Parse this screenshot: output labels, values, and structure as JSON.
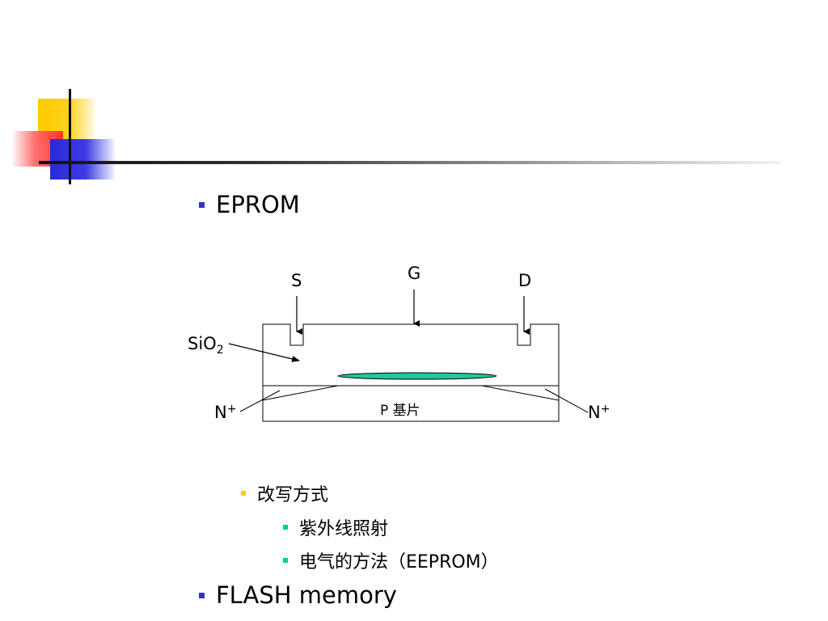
{
  "slide": {
    "bullets": {
      "eprom": "EPROM",
      "rewrite_method": "改写方式",
      "uv_exposure": "紫外线照射",
      "electrical": "电气的方法（EEPROM）",
      "flash": "FLASH memory"
    }
  },
  "diagram": {
    "label_s": "S",
    "label_g": "G",
    "label_d": "D",
    "label_sio2_main": "SiO",
    "label_sio2_sub": "2",
    "label_n_left": "N",
    "label_n_right": "N",
    "label_plus": "+",
    "label_substrate": "P 基片",
    "floating_gate_color": "#1fc99a"
  },
  "colors": {
    "level1_bullet": "#3333cc",
    "level2_bullet": "#ffcc00",
    "level3_bullet": "#00cc99"
  }
}
